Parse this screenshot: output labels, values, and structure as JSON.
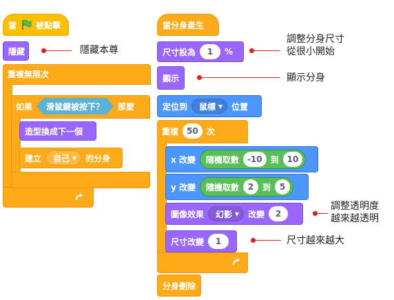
{
  "script1": {
    "when_flag": {
      "pre": "當",
      "post": "被點擊"
    },
    "hide": "隱藏",
    "forever": "重複無限次",
    "if": {
      "label": "如果",
      "condition": "滑鼠鍵被按下？",
      "then": "那麼"
    },
    "next_costume": "造型換成下一個",
    "create_clone": {
      "label": "建立",
      "target": "自己",
      "post": "的分身"
    }
  },
  "script2": {
    "clone_hat": "當分身產生",
    "set_size": {
      "label": "尺寸設為",
      "value": "1",
      "unit": "%"
    },
    "show": "顯示",
    "goto": {
      "label": "定位到",
      "target": "鼠標",
      "post": "位置"
    },
    "repeat": {
      "label": "重複",
      "value": "50",
      "post": "次"
    },
    "change_x": {
      "label": "x 改變",
      "op": "隨機取數",
      "from": "-10",
      "to_label": "到",
      "to": "10"
    },
    "change_y": {
      "label": "y 改變",
      "op": "隨機取數",
      "from": "2",
      "to_label": "到",
      "to": "5"
    },
    "effect": {
      "label": "圖像效果",
      "effect": "幻影",
      "change": "改變",
      "value": "2"
    },
    "change_size": {
      "label": "尺寸改變",
      "value": "1"
    },
    "delete_clone": "分身刪除"
  },
  "annotations": {
    "hide_self": "隱藏本尊",
    "adjust_size": [
      "調整分身尺寸",
      "從很小開始"
    ],
    "show_clone": "顯示分身",
    "adjust_alpha": [
      "調整透明度",
      "越來越透明"
    ],
    "grow": "尺寸越來越大"
  },
  "colors": {
    "event": "#ffbf00",
    "control": "#ffab19",
    "looks": "#9966ff",
    "motion": "#4c97ff",
    "operators": "#59c059",
    "sensing": "#5cb1d6",
    "annotation": "#e02020"
  },
  "icons": [
    "green-flag-icon",
    "repeat-arrow-icon",
    "dropdown-arrow-icon"
  ]
}
